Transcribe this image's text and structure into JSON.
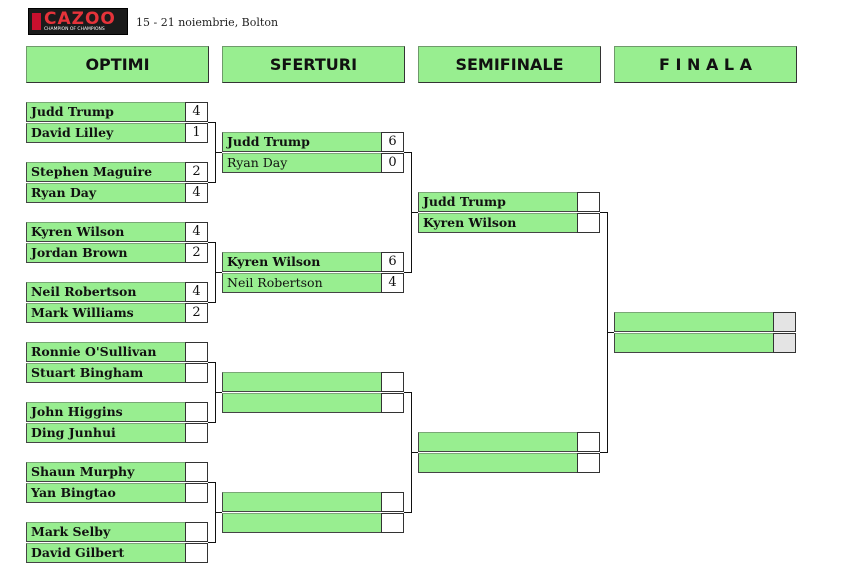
{
  "header": {
    "logo_text": "CAZOO",
    "logo_subtext": "CHAMPION OF CHAMPIONS",
    "event_info": "15 - 21 noiembrie, Bolton"
  },
  "rounds": [
    {
      "title": "OPTIMI",
      "matches": [
        {
          "p1": "Judd Trump",
          "s1": "4",
          "p2": "David Lilley",
          "s2": "1"
        },
        {
          "p1": "Stephen Maguire",
          "s1": "2",
          "p2": "Ryan Day",
          "s2": "4"
        },
        {
          "p1": "Kyren Wilson",
          "s1": "4",
          "p2": "Jordan Brown",
          "s2": "2"
        },
        {
          "p1": "Neil Robertson",
          "s1": "4",
          "p2": "Mark Williams",
          "s2": "2"
        },
        {
          "p1": "Ronnie O'Sullivan",
          "s1": "",
          "p2": "Stuart Bingham",
          "s2": ""
        },
        {
          "p1": "John Higgins",
          "s1": "",
          "p2": "Ding Junhui",
          "s2": ""
        },
        {
          "p1": "Shaun Murphy",
          "s1": "",
          "p2": "Yan Bingtao",
          "s2": ""
        },
        {
          "p1": "Mark Selby",
          "s1": "",
          "p2": "David Gilbert",
          "s2": ""
        }
      ]
    },
    {
      "title": "SFERTURI",
      "matches": [
        {
          "p1": "Judd Trump",
          "s1": "6",
          "p2": "Ryan Day",
          "s2": "0"
        },
        {
          "p1": "Kyren Wilson",
          "s1": "6",
          "p2": "Neil Robertson",
          "s2": "4"
        },
        {
          "p1": "",
          "s1": "",
          "p2": "",
          "s2": ""
        },
        {
          "p1": "",
          "s1": "",
          "p2": "",
          "s2": ""
        }
      ]
    },
    {
      "title": "SEMIFINALE",
      "matches": [
        {
          "p1": "Judd Trump",
          "s1": "",
          "p2": "Kyren Wilson",
          "s2": ""
        },
        {
          "p1": "",
          "s1": "",
          "p2": "",
          "s2": ""
        }
      ]
    },
    {
      "title": "F I N A L A",
      "matches": [
        {
          "p1": "",
          "s1": "",
          "p2": "",
          "s2": ""
        }
      ]
    }
  ],
  "colors": {
    "slot_fill": "#98ee90",
    "score_fill": "#ffffff",
    "final_score_fill": "#e4e4e4",
    "connector": "#111111"
  }
}
